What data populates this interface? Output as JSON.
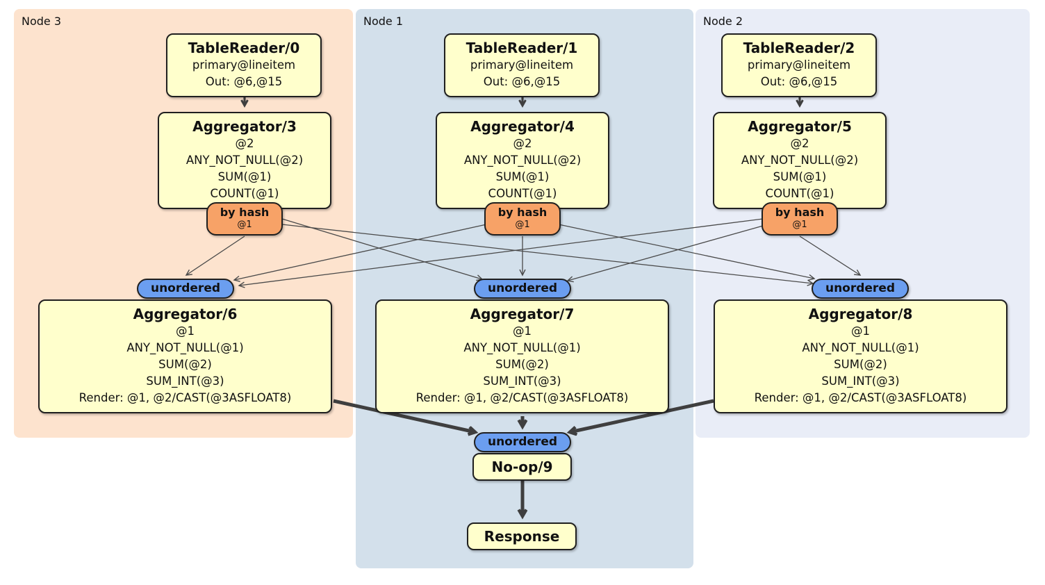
{
  "colors": {
    "node3_panel_bg": "#fde3ce",
    "node1_panel_bg": "#d3e0eb",
    "node2_panel_bg": "#e9edf7",
    "processor_box_fill": "#ffffcc",
    "hash_router_fill": "#f7a267",
    "sync_pill_fill": "#6b9ef0",
    "box_border": "#1f1f1f",
    "edge_color": "#3f3f3f"
  },
  "panels": [
    {
      "label": "Node 3",
      "table_reader": {
        "title": "TableReader/0",
        "lines": [
          "primary@lineitem",
          "Out: @6,@15"
        ]
      },
      "aggregator_top": {
        "title": "Aggregator/3",
        "lines": [
          "@2",
          "ANY_NOT_NULL(@2)",
          "SUM(@1)",
          "COUNT(@1)"
        ]
      },
      "router": {
        "label": "by hash",
        "detail": "@1"
      },
      "sync": {
        "label": "unordered"
      },
      "aggregator_bottom": {
        "title": "Aggregator/6",
        "lines": [
          "@1",
          "ANY_NOT_NULL(@1)",
          "SUM(@2)",
          "SUM_INT(@3)",
          "Render: @1, @2/CAST(@3ASFLOAT8)"
        ]
      }
    },
    {
      "label": "Node 1",
      "table_reader": {
        "title": "TableReader/1",
        "lines": [
          "primary@lineitem",
          "Out: @6,@15"
        ]
      },
      "aggregator_top": {
        "title": "Aggregator/4",
        "lines": [
          "@2",
          "ANY_NOT_NULL(@2)",
          "SUM(@1)",
          "COUNT(@1)"
        ]
      },
      "router": {
        "label": "by hash",
        "detail": "@1"
      },
      "sync": {
        "label": "unordered"
      },
      "aggregator_bottom": {
        "title": "Aggregator/7",
        "lines": [
          "@1",
          "ANY_NOT_NULL(@1)",
          "SUM(@2)",
          "SUM_INT(@3)",
          "Render: @1, @2/CAST(@3ASFLOAT8)"
        ]
      }
    },
    {
      "label": "Node 2",
      "table_reader": {
        "title": "TableReader/2",
        "lines": [
          "primary@lineitem",
          "Out: @6,@15"
        ]
      },
      "aggregator_top": {
        "title": "Aggregator/5",
        "lines": [
          "@2",
          "ANY_NOT_NULL(@2)",
          "SUM(@1)",
          "COUNT(@1)"
        ]
      },
      "router": {
        "label": "by hash",
        "detail": "@1"
      },
      "sync": {
        "label": "unordered"
      },
      "aggregator_bottom": {
        "title": "Aggregator/8",
        "lines": [
          "@1",
          "ANY_NOT_NULL(@1)",
          "SUM(@2)",
          "SUM_INT(@3)",
          "Render: @1, @2/CAST(@3ASFLOAT8)"
        ]
      }
    }
  ],
  "final_stage": {
    "sync": {
      "label": "unordered"
    },
    "noop": {
      "title": "No-op/9"
    },
    "response": {
      "title": "Response"
    }
  }
}
